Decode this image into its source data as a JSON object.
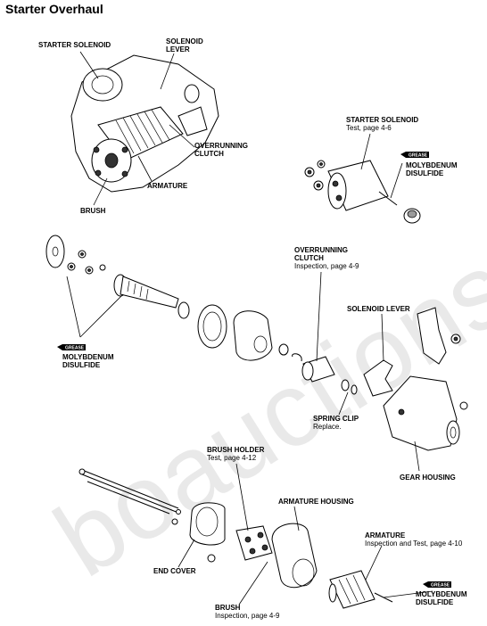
{
  "title": "Starter Overhaul",
  "watermark": "boauctions",
  "labels": {
    "starter_solenoid_top": "STARTER SOLENOID",
    "solenoid_lever_top_1": "SOLENOID",
    "solenoid_lever_top_2": "LEVER",
    "overrunning_clutch_top_1": "OVERRUNNING",
    "overrunning_clutch_top_2": "CLUTCH",
    "armature_top": "ARMATURE",
    "brush_top": "BRUSH",
    "starter_solenoid_right": "STARTER SOLENOID",
    "starter_solenoid_right_sub": "Test, page 4-6",
    "moly_1_line1": "MOLYBDENUM",
    "moly_1_line2": "DISULFIDE",
    "moly_2_line1": "MOLYBDENUM",
    "moly_2_line2": "DISULFIDE",
    "moly_3_line1": "MOLYBDENUM",
    "moly_3_line2": "DISULFIDE",
    "overrunning_clutch_mid_1": "OVERRUNNING",
    "overrunning_clutch_mid_2": "CLUTCH",
    "overrunning_clutch_mid_sub": "Inspection, page 4-9",
    "solenoid_lever_mid": "SOLENOID LEVER",
    "spring_clip": "SPRING CLIP",
    "spring_clip_sub": "Replace.",
    "gear_housing": "GEAR HOUSING",
    "brush_holder": "BRUSH HOLDER",
    "brush_holder_sub": "Test, page 4-12",
    "armature_housing": "ARMATURE HOUSING",
    "end_cover": "END COVER",
    "armature_bottom": "ARMATURE",
    "armature_bottom_sub": "Inspection and Test, page 4-10",
    "brush_bottom": "BRUSH",
    "brush_bottom_sub": "Inspection, page 4-9"
  },
  "grease_badge": "GREASE",
  "icons": [
    "grease-tube-icon"
  ]
}
